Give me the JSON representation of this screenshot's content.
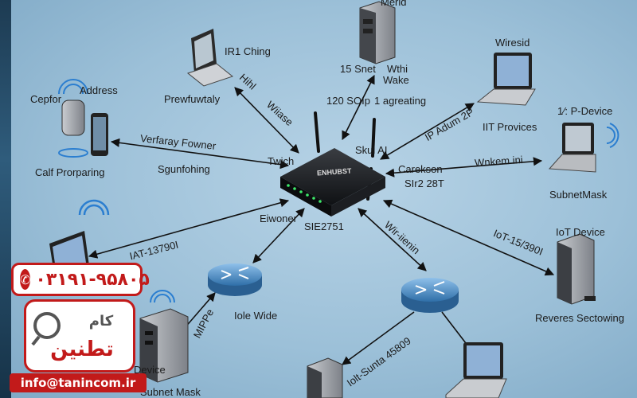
{
  "hub": {
    "brand": "ENHUBST",
    "label": "SIE2751"
  },
  "nodes": {
    "server_top": {
      "label_top": "Merid",
      "label_1": "15 Snet",
      "label_2": "Wthi",
      "label_3": "Wake"
    },
    "laptop_topleft": {
      "label_1": "IR1 Ching",
      "label_2": "Prewfuwtaly"
    },
    "wiresid": {
      "label_1": "Wiresid",
      "label_2": "IIT Provices"
    },
    "iot_topright": {
      "label_1": "1∕: P-Device",
      "label_2": "SubnetMask"
    },
    "phone_left": {
      "label_1": "Cepfor",
      "label_2": "Address",
      "label_3": "Calf Prorparing"
    },
    "laptop_left": {
      "label": "IAT-13790I"
    },
    "switch_left": {
      "label": "Iole Wide"
    },
    "pc_left": {
      "label_1": "MIPPe",
      "label_2": "Device",
      "label_3": "Subnet Mask"
    },
    "switch_right": {
      "label": "Iolt-Sunta 45809"
    },
    "iot_right": {
      "label_1": "IoT Device",
      "label_2": "Reveres Sectowing"
    }
  },
  "edges": {
    "e_server_1": "120 SOIp",
    "e_server_2": "1 agreating",
    "e_laptop": "Hihl",
    "e_laptop_2": "Wiiase",
    "e_wiresid": "IP Adum 2P",
    "e_iot_tr": "Wnkem ini",
    "e_iot_tr_2": "Carekson",
    "e_iot_tr_3": "SIr2 28T",
    "e_phone_1": "Verfaray Fowner",
    "e_phone_2": "Sgunfohing",
    "e_phone_3": "Twich",
    "e_hub_right": "Skul AI",
    "e_switch_l": "Eiwoner",
    "e_switch_r": "Wir-iienin",
    "e_iot_r": "IoT-15/390I"
  },
  "branding": {
    "phone": "۰۳۱۹۱-۹۵۸۰۵",
    "logo_text": "تطنين",
    "logo_sub": "کام",
    "email": "info@tanincom.ir"
  },
  "colors": {
    "accent": "#c21a1a",
    "background": "#a7c6dc",
    "line": "#111111"
  }
}
